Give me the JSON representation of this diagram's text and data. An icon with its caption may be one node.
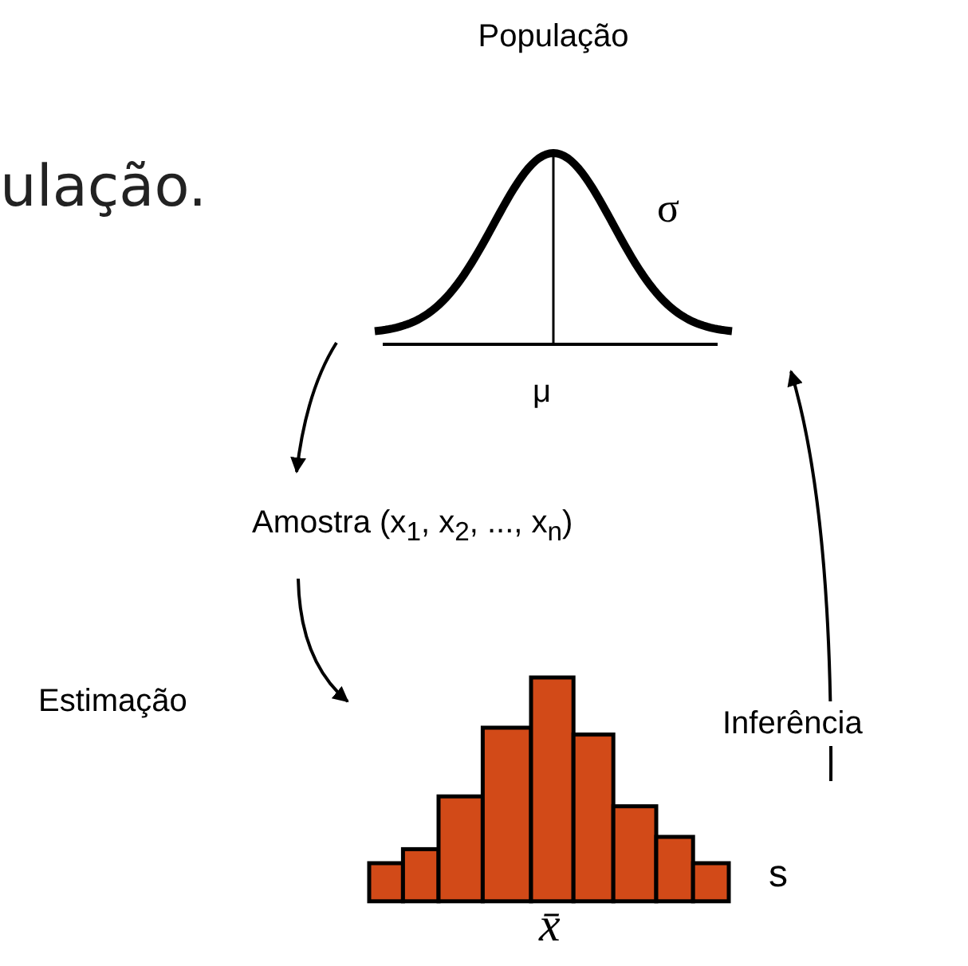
{
  "diagram": {
    "nodes": [
      {
        "text": [
          "População",
          "σ"
        ],
        "beside": [
          "μ"
        ]
      },
      {
        "text": [
          "Amostra (x$_{1}$, x$_{2}$, ..., x$_{n}$)"
        ]
      },
      {
        "text": [],
        "shape": "picture",
        "beside": [
          "s",
          "x̄"
        ]
      }
    ],
    "edges": [
      {
        "from": 0,
        "to": 1,
        "arrow": "to"
      },
      {
        "from": 1,
        "to": 2,
        "arrow": "to",
        "label": "Estimação"
      },
      {
        "from": 2,
        "to": 0,
        "arrow": "to",
        "label": "Inferência"
      }
    ],
    "labels": [
      "ulação."
    ]
  }
}
